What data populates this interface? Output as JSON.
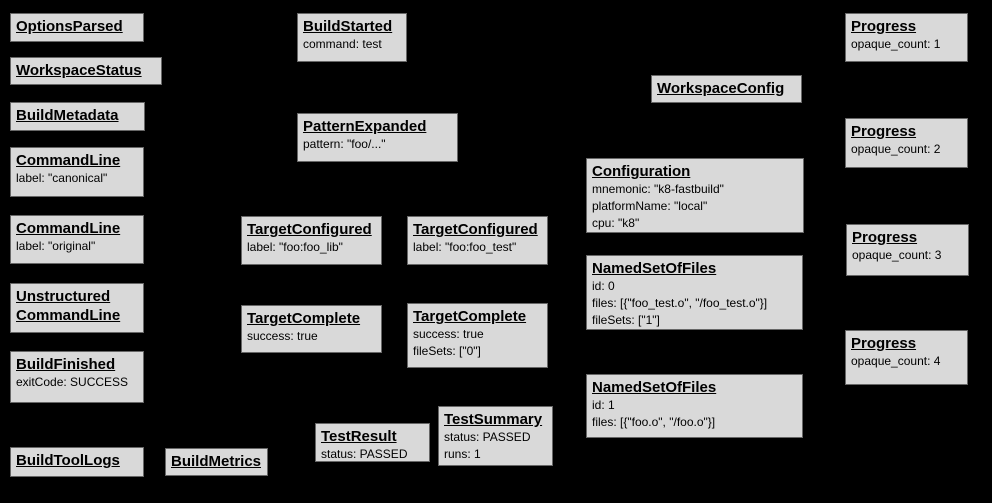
{
  "diagram": {
    "description": "Bazel Build Event Protocol event graph",
    "colors": {
      "background": "#000000",
      "box_fill": "#d9d9d9",
      "box_border": "#676767",
      "text": "#000000"
    }
  },
  "boxes": {
    "options_parsed": {
      "title": "OptionsParsed",
      "lines": []
    },
    "workspace_status": {
      "title": "WorkspaceStatus",
      "lines": []
    },
    "build_metadata": {
      "title": "BuildMetadata",
      "lines": []
    },
    "command_line_canonical": {
      "title": "CommandLine",
      "lines": [
        "label: \"canonical\""
      ]
    },
    "command_line_original": {
      "title": "CommandLine",
      "lines": [
        "label: \"original\""
      ]
    },
    "unstructured_command_line": {
      "title": "Unstructured CommandLine",
      "lines": []
    },
    "build_finished": {
      "title": "BuildFinished",
      "lines": [
        "exitCode: SUCCESS"
      ]
    },
    "build_tool_logs": {
      "title": "BuildToolLogs",
      "lines": []
    },
    "build_metrics": {
      "title": "BuildMetrics",
      "lines": []
    },
    "build_started": {
      "title": "BuildStarted",
      "lines": [
        "command: test"
      ]
    },
    "pattern_expanded": {
      "title": "PatternExpanded",
      "lines": [
        "pattern: \"foo/...\""
      ]
    },
    "target_configured_lib": {
      "title": "TargetConfigured",
      "lines": [
        "label: \"foo:foo_lib\""
      ]
    },
    "target_configured_test": {
      "title": "TargetConfigured",
      "lines": [
        "label: \"foo:foo_test\""
      ]
    },
    "target_complete_lib": {
      "title": "TargetComplete",
      "lines": [
        "success: true"
      ]
    },
    "target_complete_test": {
      "title": "TargetComplete",
      "lines": [
        "success: true",
        "fileSets: [\"0\"]"
      ]
    },
    "test_result": {
      "title": "TestResult",
      "lines": [
        "status: PASSED"
      ]
    },
    "test_summary": {
      "title": "TestSummary",
      "lines": [
        "status: PASSED",
        "runs: 1"
      ]
    },
    "workspace_config": {
      "title": "WorkspaceConfig",
      "lines": []
    },
    "configuration": {
      "title": "Configuration",
      "lines": [
        "mnemonic: \"k8-fastbuild\"",
        "platformName: \"local\"",
        "cpu: \"k8\""
      ]
    },
    "named_set_of_files_0": {
      "title": "NamedSetOfFiles",
      "lines": [
        "id: 0",
        "files: [{\"foo_test.o\", \"/foo_test.o\"}]",
        "fileSets: [\"1\"]"
      ]
    },
    "named_set_of_files_1": {
      "title": "NamedSetOfFiles",
      "lines": [
        "id: 1",
        "files: [{\"foo.o\", \"/foo.o\"}]"
      ]
    },
    "progress_1": {
      "title": "Progress",
      "lines": [
        "opaque_count: 1"
      ]
    },
    "progress_2": {
      "title": "Progress",
      "lines": [
        "opaque_count: 2"
      ]
    },
    "progress_3": {
      "title": "Progress",
      "lines": [
        "opaque_count: 3"
      ]
    },
    "progress_4": {
      "title": "Progress",
      "lines": [
        "opaque_count: 4"
      ]
    }
  }
}
